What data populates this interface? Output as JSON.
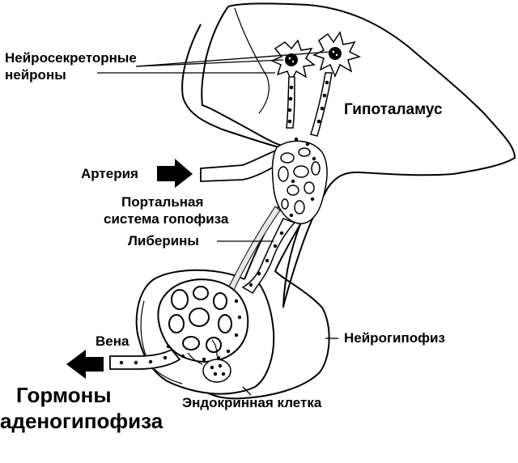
{
  "labels": {
    "neurons_line1": "Нейросекреторные",
    "neurons_line2": "нейроны",
    "hypothalamus": "Гипоталамус",
    "artery": "Артерия",
    "portal_line1": "Портальная",
    "portal_line2": "система гопофиза",
    "liberins": "Либерины",
    "vein": "Вена",
    "neurohypophysis": "Нейрогипофиз",
    "hormones_line1": "Гормоны",
    "hormones_line2": "аденогипофиза",
    "endocrine_cell": "Эндокринная клетка"
  },
  "colors": {
    "ink": "#000000",
    "background": "#ffffff",
    "fiber_fill": "#e6e6e6"
  }
}
